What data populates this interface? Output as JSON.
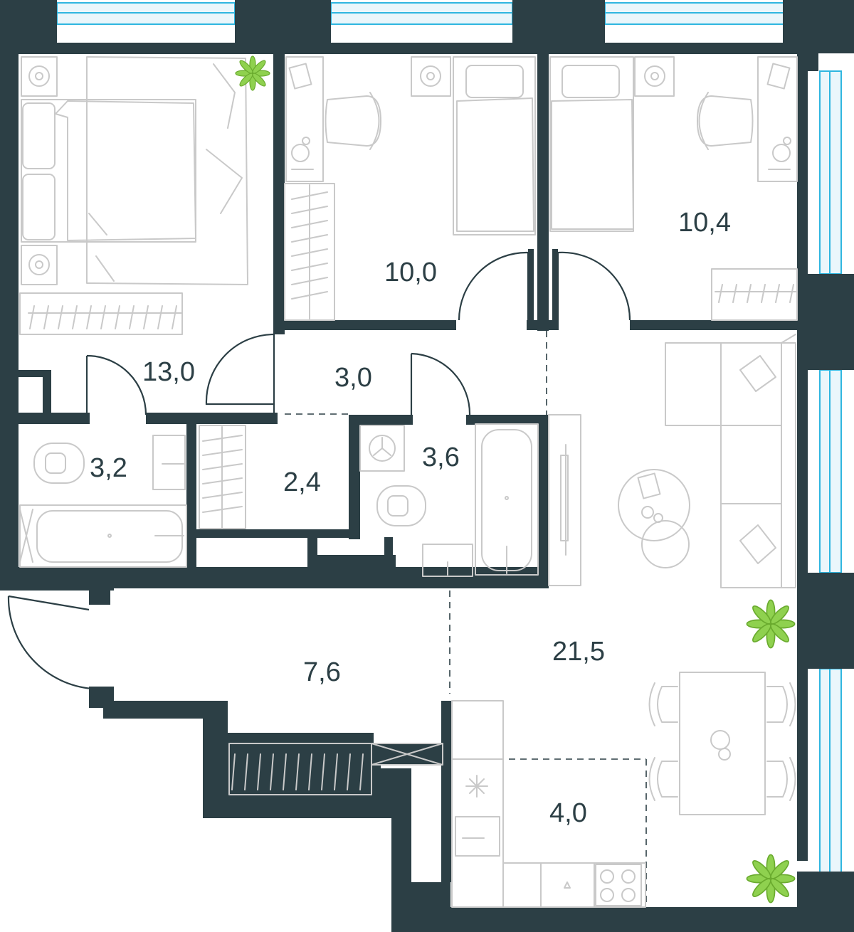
{
  "colors": {
    "wall": "#2c3f45",
    "furniture": "#c9c9c9",
    "window": "#2fb6e0",
    "plant": "#8fd14f",
    "background": "#ffffff"
  },
  "rooms": [
    {
      "id": "bedroom-master",
      "area": "13,0"
    },
    {
      "id": "bedroom-middle",
      "area": "10,0"
    },
    {
      "id": "bedroom-right",
      "area": "10,4"
    },
    {
      "id": "hall-corridor",
      "area": "3,0"
    },
    {
      "id": "bathroom-left",
      "area": "3,2"
    },
    {
      "id": "wardrobe",
      "area": "2,4"
    },
    {
      "id": "bathroom-middle",
      "area": "3,6"
    },
    {
      "id": "entrance-hall",
      "area": "7,6"
    },
    {
      "id": "living-room",
      "area": "21,5"
    },
    {
      "id": "kitchen",
      "area": "4,0"
    }
  ],
  "icons": [
    "plant-icon",
    "door-swing-icon",
    "window-icon",
    "bed-icon",
    "sofa-icon",
    "bathtub-icon",
    "toilet-icon",
    "sink-icon",
    "stove-icon",
    "washing-machine-icon"
  ]
}
